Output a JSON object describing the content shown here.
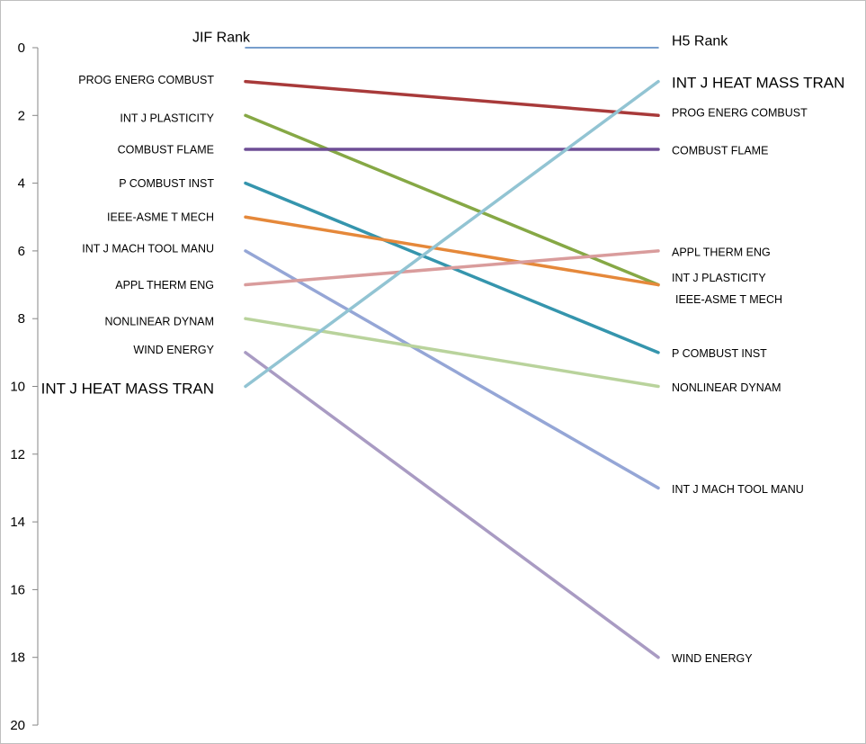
{
  "chart_data": {
    "type": "line",
    "x": [
      "JIF Rank",
      "H5 Rank"
    ],
    "y_axis": {
      "ylim": [
        0,
        20
      ],
      "reversed": true,
      "ticks": [
        0,
        2,
        4,
        6,
        8,
        10,
        12,
        14,
        16,
        18,
        20
      ]
    },
    "grid": false,
    "series": [
      {
        "left_label": "JIF Rank",
        "right_label": "H5 Rank",
        "values": [
          0,
          0
        ],
        "color": "#4a7ebb",
        "emphasis": "header"
      },
      {
        "left_label": "PROG ENERG COMBUST",
        "right_label": "PROG ENERG COMBUST",
        "values": [
          1,
          2
        ],
        "color": "#a83a3a"
      },
      {
        "left_label": "INT J PLASTICITY",
        "right_label": "INT J PLASTICITY",
        "values": [
          2,
          7
        ],
        "color": "#86a845"
      },
      {
        "left_label": "COMBUST FLAME",
        "right_label": "COMBUST FLAME",
        "values": [
          3,
          3
        ],
        "color": "#6e4e95"
      },
      {
        "left_label": "P COMBUST INST",
        "right_label": "P COMBUST INST",
        "values": [
          4,
          9
        ],
        "color": "#3595ad"
      },
      {
        "left_label": "IEEE-ASME T MECH",
        "right_label": "IEEE-ASME T MECH",
        "values": [
          5,
          7
        ],
        "color": "#e5883a"
      },
      {
        "left_label": "INT J MACH TOOL MANU",
        "right_label": "INT J MACH TOOL MANU",
        "values": [
          6,
          13
        ],
        "color": "#95a6d6"
      },
      {
        "left_label": "APPL THERM ENG",
        "right_label": "APPL THERM ENG",
        "values": [
          7,
          6
        ],
        "color": "#d99c9c"
      },
      {
        "left_label": "NONLINEAR DYNAM",
        "right_label": "NONLINEAR DYNAM",
        "values": [
          8,
          10
        ],
        "color": "#b9d39c"
      },
      {
        "left_label": "WIND ENERGY",
        "right_label": "WIND ENERGY",
        "values": [
          9,
          18
        ],
        "color": "#a99bc3"
      },
      {
        "left_label": "INT J HEAT MASS TRAN",
        "right_label": "INT J HEAT MASS TRAN",
        "values": [
          10,
          1
        ],
        "color": "#92c4d3",
        "emphasis": "large"
      }
    ]
  }
}
